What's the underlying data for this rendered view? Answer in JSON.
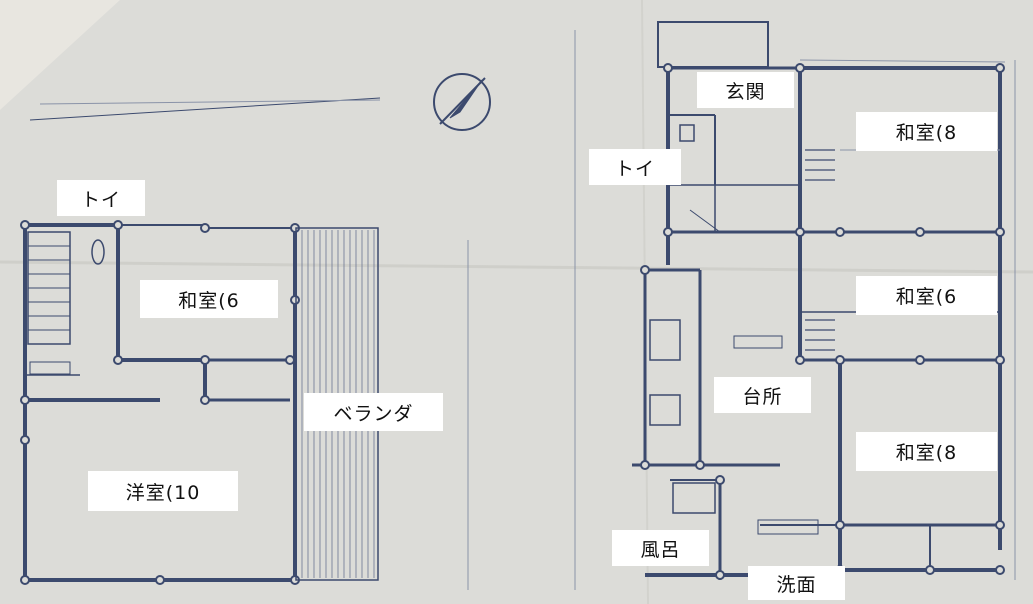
{
  "floor_plan": {
    "orientation": "compass-north-arrow",
    "colors": {
      "paper": "#dcdcd8",
      "ink": "#3c4a6e",
      "faint_ink": "#8a93a8",
      "label_bg": "#ffffff",
      "label_text": "#111111"
    },
    "second_floor": {
      "labels": {
        "toilet": "トイ",
        "japanese_room_6": "和室(6",
        "veranda": "ベランダ",
        "western_room_10": "洋室(10"
      }
    },
    "first_floor": {
      "labels": {
        "entrance": "玄関",
        "toilet": "トイ",
        "japanese_room_8_top": "和室(8",
        "japanese_room_6": "和室(6",
        "kitchen": "台所",
        "japanese_room_8_bottom": "和室(8",
        "bath": "風呂",
        "washroom": "洗面"
      }
    }
  }
}
